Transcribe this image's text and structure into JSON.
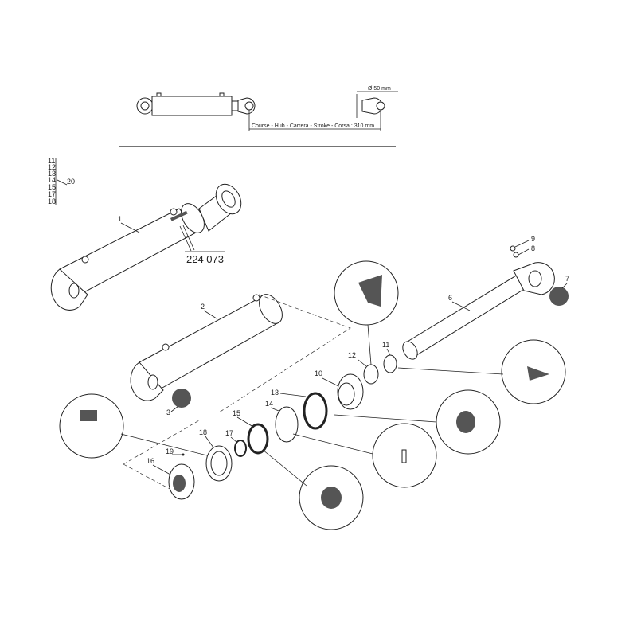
{
  "overview": {
    "diameter_label": "Ø 50 mm",
    "stroke_label": "Course - Hub - Carrera - Stroke - Corsa : 310 mm"
  },
  "kit_list": {
    "items": [
      "11",
      "12",
      "13",
      "14",
      "15",
      "17",
      "18"
    ],
    "kit_number": "20"
  },
  "reference_number": "224 073",
  "callouts": {
    "p1": "1",
    "p2": "2",
    "p3": "3",
    "p6": "6",
    "p7": "7",
    "p8": "8",
    "p9": "9",
    "p10": "10",
    "p11": "11",
    "p12": "12",
    "p13": "13",
    "p14": "14",
    "p15": "15",
    "p16": "16",
    "p17": "17",
    "p18": "18",
    "p19": "19"
  }
}
